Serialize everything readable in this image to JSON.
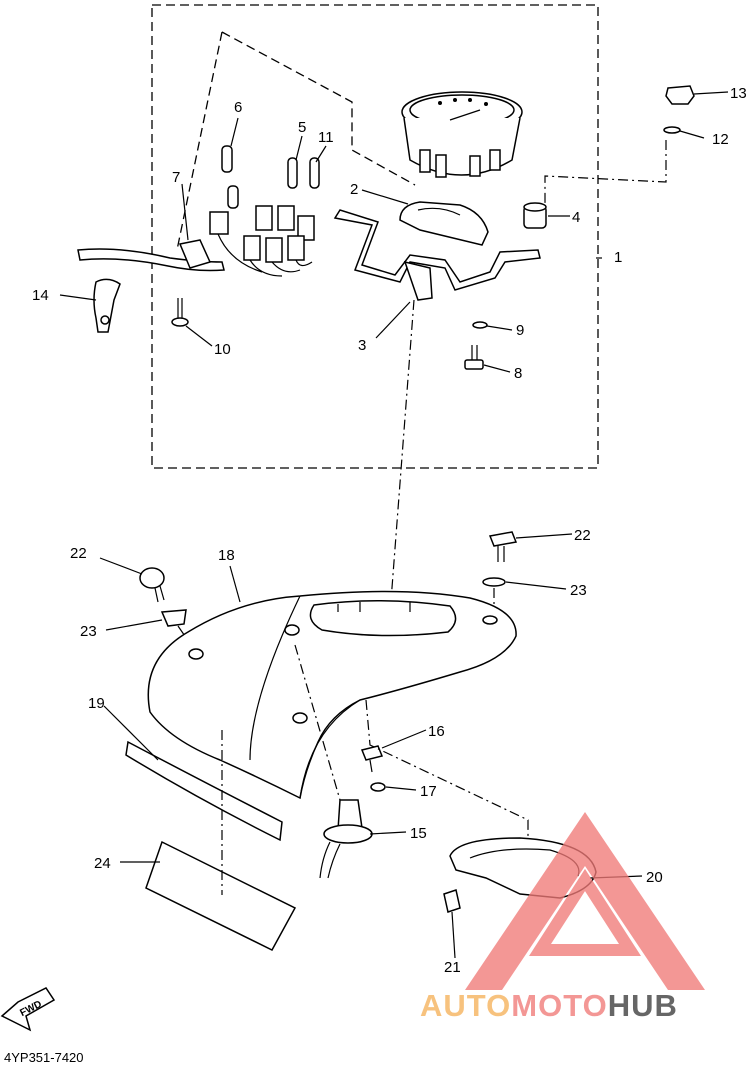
{
  "diagram_code": "4YP351-7420",
  "fwd_label": "FWD",
  "watermark": {
    "part1": "AUTO",
    "part2": "MOTO",
    "part3": "HUB",
    "color1": "#f5b25a",
    "color2": "#f07a78",
    "color3": "#3c3c3c"
  },
  "callouts": {
    "c1": "1",
    "c2": "2",
    "c3": "3",
    "c4": "4",
    "c5": "5",
    "c6": "6",
    "c7": "7",
    "c8": "8",
    "c9": "9",
    "c10": "10",
    "c11": "11",
    "c12": "12",
    "c13": "13",
    "c14": "14",
    "c15": "15",
    "c16": "16",
    "c17": "17",
    "c18": "18",
    "c19": "19",
    "c20": "20",
    "c21": "21",
    "c22a": "22",
    "c22b": "22",
    "c23a": "23",
    "c23b": "23",
    "c24": "24"
  }
}
